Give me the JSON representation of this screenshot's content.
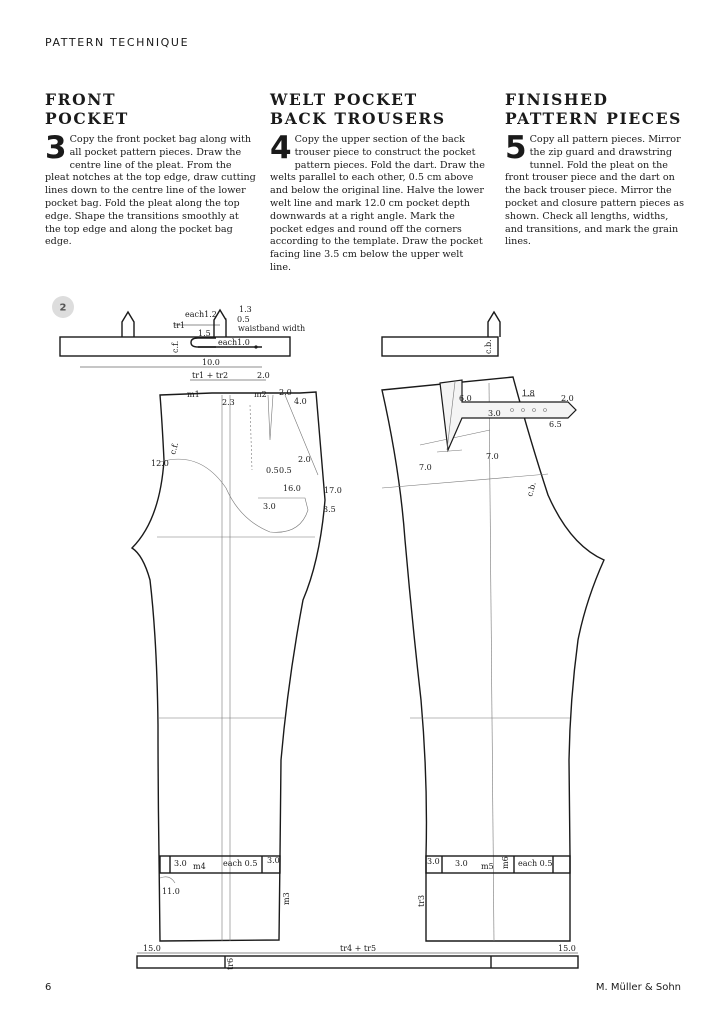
{
  "header": {
    "section": "PATTERN TECHNIQUE"
  },
  "columns": [
    {
      "title_line1": "FRONT",
      "title_line2": "POCKET",
      "step": "3",
      "text": "Copy the front pocket bag along with all pocket pattern pieces. Draw the centre line of the pleat. From the pleat notches at the top edge, draw cutting lines down to the centre line of the lower pocket bag. Fold the pleat along the top edge. Shape the transitions smoothly at the top edge and along the pocket bag edge."
    },
    {
      "title_line1": "WELT POCKET",
      "title_line2": "BACK TROUSERS",
      "step": "4",
      "text": "Copy the upper section of the back trouser piece to construct the pocket pattern pieces. Fold the dart. Draw the welts parallel to each other, 0.5 cm above and below the original line. Halve the lower welt line and mark 12.0 cm pocket depth downwards at a right angle. Mark the pocket edges and round off the corners according to the template. Draw the pocket facing line 3.5 cm below the upper welt line."
    },
    {
      "title_line1": "FINISHED",
      "title_line2": "PATTERN PIECES",
      "step": "5",
      "text": "Copy all pattern pieces. Mirror the zip guard and drawstring tunnel. Fold the pleat on the front trouser piece and the dart on the back trouser piece. Mirror the pocket and closure pattern pieces as shown. Check all lengths, widths, and transitions, and mark the grain lines."
    }
  ],
  "figure": {
    "badge": "2",
    "waistband": {
      "each_12": "each1.2",
      "m13": "1.3",
      "m05": "0.5",
      "tr1": "tr1",
      "label": "waistband width",
      "m15": "1.5",
      "each_10": "each1.0",
      "cf": "c.f.",
      "m100": "10.0",
      "sum": "tr1 + tr2",
      "m20": "2.0"
    },
    "back_waistband": {
      "cb": "c.b."
    },
    "front": {
      "m1": "m1",
      "m23": "2.3",
      "m2": "m2",
      "m20": "2.0",
      "m40": "4.0",
      "cf": "c.f.",
      "m120": "12.0",
      "m20b": "2.0",
      "m05a": "0.5",
      "m05b": "0.5",
      "m160": "16.0",
      "m170": "17.0",
      "m30": "3.0",
      "m35": "3.5",
      "hem_30a": "3.0",
      "m4": "m4",
      "each05": "each 0.5",
      "hem_30b": "3.0",
      "m110": "11.0",
      "m3": "m3"
    },
    "back": {
      "m60": "6.0",
      "m18": "1.8",
      "m20": "2.0",
      "m30": "3.0",
      "m65": "6.5",
      "m70a": "7.0",
      "m70b": "7.0",
      "cb": "c.b.",
      "hem_30a": "3.0",
      "hem_30b": "3.0",
      "m5": "m5",
      "m6": "m6",
      "each05": "each 0.5",
      "tr3": "tr3"
    },
    "drawstring": {
      "left": "15.0",
      "center": "tr4 + tr5",
      "right": "15.0",
      "tr6": "tr6"
    }
  },
  "footer": {
    "page": "6",
    "publisher": "M. Müller & Sohn"
  }
}
